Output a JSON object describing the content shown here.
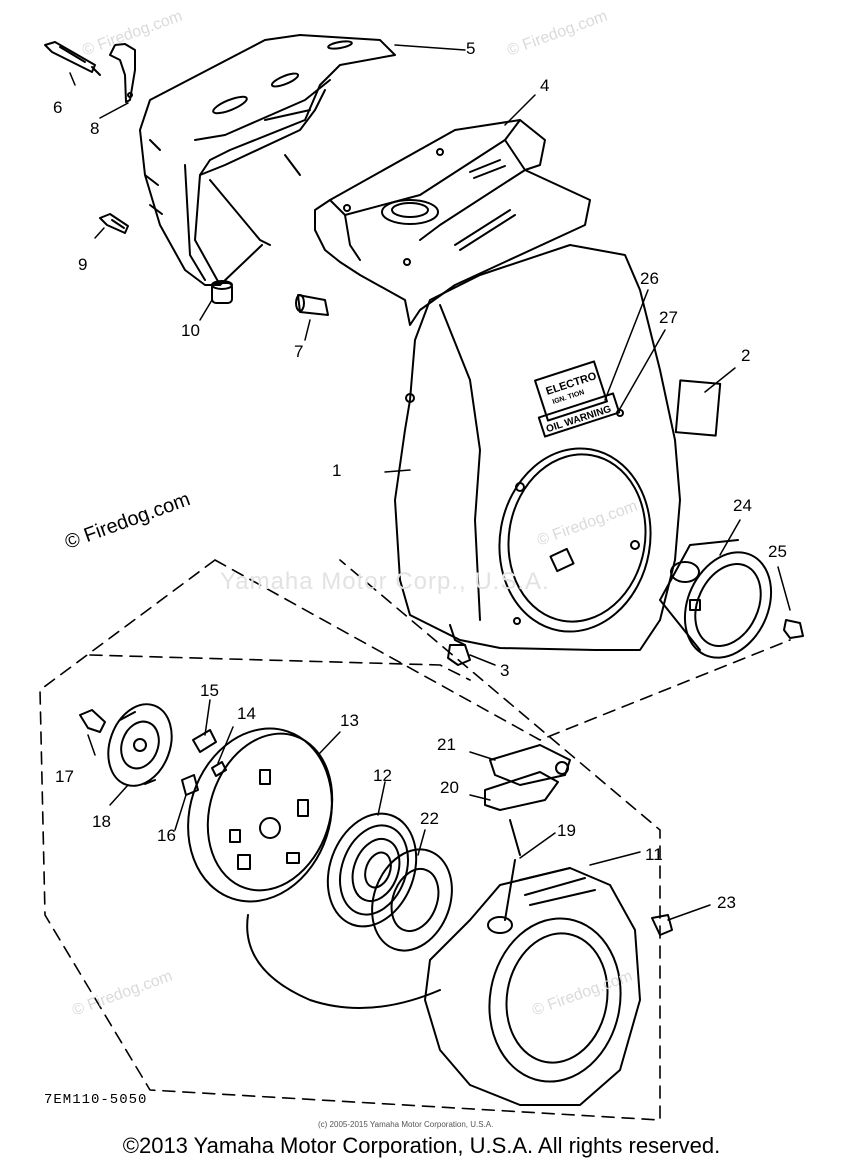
{
  "diagram": {
    "callouts": {
      "c1": "1",
      "c2": "2",
      "c3": "3",
      "c4": "4",
      "c5": "5",
      "c6": "6",
      "c7": "7",
      "c8": "8",
      "c9": "9",
      "c10": "10",
      "c11": "11",
      "c12": "12",
      "c13": "13",
      "c14": "14",
      "c15": "15",
      "c16": "16",
      "c17": "17",
      "c18": "18",
      "c19": "19",
      "c20": "20",
      "c21": "21",
      "c22": "22",
      "c23": "23",
      "c24": "24",
      "c25": "25",
      "c26": "26",
      "c27": "27"
    },
    "label_electro_1": "ELECTRO",
    "label_electro_2": "IGN. TION",
    "label_oil_warning": "OIL WARNING",
    "drawing_code": "7EM110-5050"
  },
  "watermarks": {
    "firedog_1": "© Firedog.com",
    "firedog_dark": "© Firedog.com",
    "firedog_big": "Yamaha Motor Corp., U.S.A."
  },
  "micro_copyright": "(c) 2005-2015 Yamaha Motor Corporation, U.S.A.",
  "footer": "©2013 Yamaha Motor Corporation, U.S.A. All rights reserved."
}
